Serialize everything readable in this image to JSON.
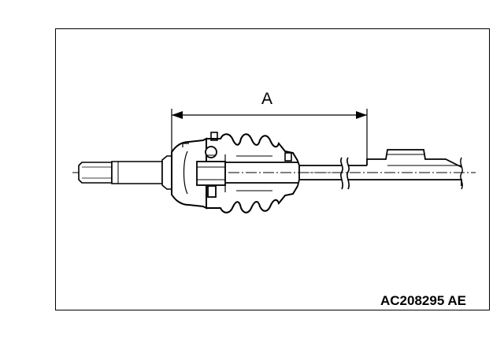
{
  "figure": {
    "dimension_label": "A",
    "reference_code": "AC208295 AE",
    "line_color": "#000000",
    "background_color": "#ffffff",
    "parts": [
      "drive-shaft",
      "constant-velocity-joint",
      "joint-boot",
      "boot-band-clamp",
      "shaft-break",
      "dimension-line"
    ]
  }
}
